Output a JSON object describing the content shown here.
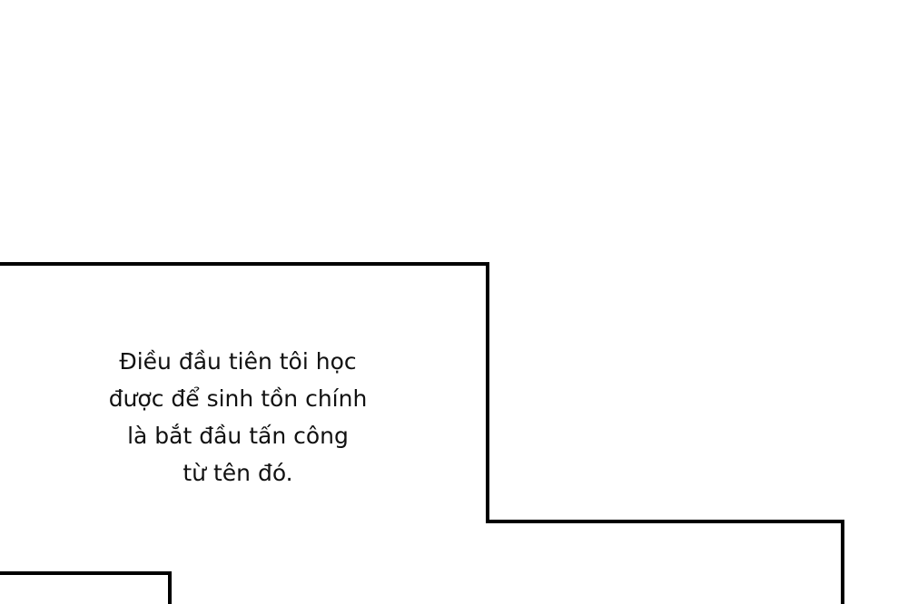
{
  "caption": {
    "lines": [
      "Điều đầu tiên tôi học",
      "được để sinh tồn chính",
      "là bắt đầu tấn công",
      "từ tên đó."
    ]
  },
  "colors": {
    "background": "#ffffff",
    "border": "#000000",
    "text": "#111111"
  }
}
